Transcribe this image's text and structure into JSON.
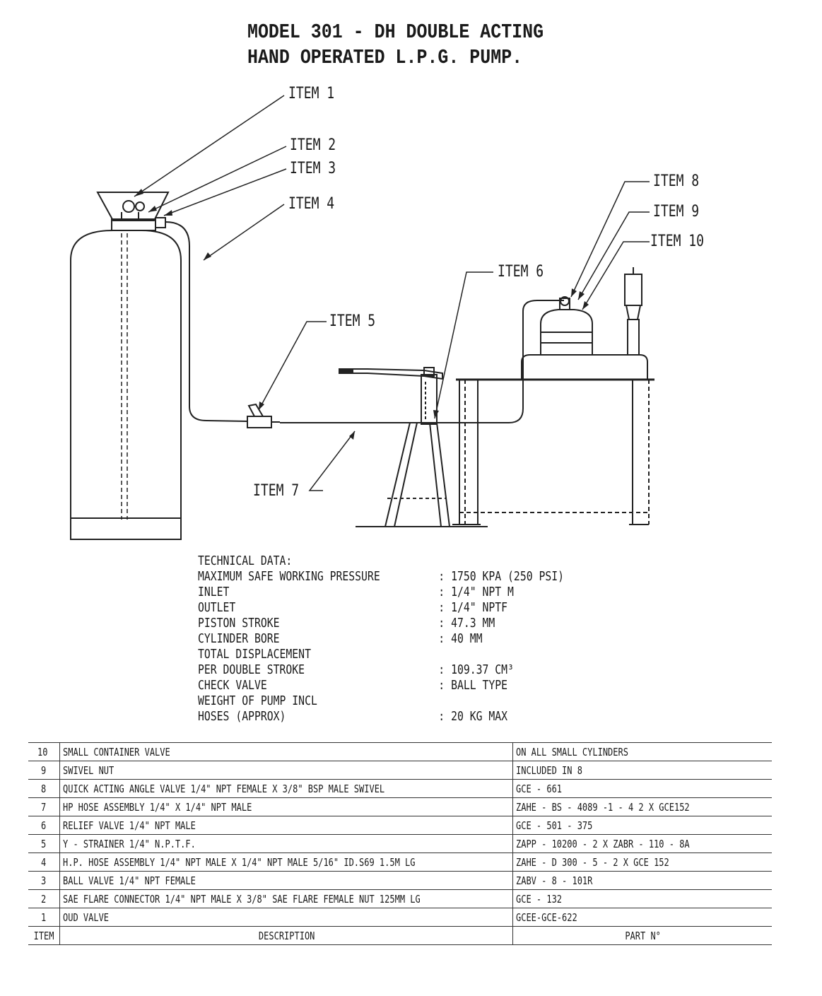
{
  "title": {
    "line1": "MODEL 301 - DH DOUBLE ACTING",
    "line2": "HAND OPERATED L.P.G. PUMP."
  },
  "callouts": {
    "item1": "ITEM 1",
    "item2": "ITEM 2",
    "item3": "ITEM 3",
    "item4": "ITEM 4",
    "item5": "ITEM 5",
    "item6": "ITEM 6",
    "item7": "ITEM 7",
    "item8": "ITEM 8",
    "item9": "ITEM 9",
    "item10": "ITEM 10"
  },
  "technical_data": {
    "heading": "TECHNICAL DATA:",
    "rows": [
      {
        "label": "MAXIMUM SAFE WORKING PRESSURE",
        "value": ": 1750 KPA (250 PSI)"
      },
      {
        "label": "INLET",
        "value": ": 1/4\" NPT M"
      },
      {
        "label": "OUTLET",
        "value": ": 1/4\" NPTF"
      },
      {
        "label": "PISTON STROKE",
        "value": ": 47.3 MM"
      },
      {
        "label": "CYLINDER BORE",
        "value": ": 40 MM"
      },
      {
        "label": "TOTAL DISPLACEMENT",
        "value": ""
      },
      {
        "label": "PER DOUBLE STROKE",
        "value": ": 109.37 CM³"
      },
      {
        "label": "CHECK VALVE",
        "value": ": BALL TYPE"
      },
      {
        "label": "WEIGHT OF PUMP INCL",
        "value": ""
      },
      {
        "label": "HOSES (APPROX)",
        "value": ": 20 KG MAX"
      }
    ]
  },
  "bom": {
    "rows": [
      {
        "item": "10",
        "description": "SMALL CONTAINER VALVE",
        "part": "ON ALL SMALL CYLINDERS"
      },
      {
        "item": "9",
        "description": "SWIVEL NUT",
        "part": "INCLUDED IN 8"
      },
      {
        "item": "8",
        "description": "QUICK ACTING ANGLE VALVE 1/4\" NPT FEMALE X 3/8\" BSP MALE SWIVEL",
        "part": "GCE - 661"
      },
      {
        "item": "7",
        "description": "HP HOSE ASSEMBLY 1/4\" X 1/4\" NPT MALE",
        "part": "ZAHE - BS - 4089 -1 - 4 2 X GCE152"
      },
      {
        "item": "6",
        "description": "RELIEF VALVE 1/4\" NPT MALE",
        "part": "GCE - 501 - 375"
      },
      {
        "item": "5",
        "description": "Y - STRAINER 1/4\" N.P.T.F.",
        "part": "ZAPP - 10200 - 2 X ZABR - 110 - 8A"
      },
      {
        "item": "4",
        "description": "H.P. HOSE ASSEMBLY 1/4\" NPT MALE X 1/4\" NPT MALE 5/16\" ID.S69 1.5M LG",
        "part": "ZAHE - D 300 - 5 - 2 X GCE 152"
      },
      {
        "item": "3",
        "description": "BALL VALVE 1/4\" NPT FEMALE",
        "part": "ZABV - 8 - 101R"
      },
      {
        "item": "2",
        "description": "SAE FLARE CONNECTOR 1/4\" NPT MALE X 3/8\" SAE FLARE FEMALE NUT 125MM LG",
        "part": "GCE - 132"
      },
      {
        "item": "1",
        "description": "OUD VALVE",
        "part": "GCEE-GCE-622"
      }
    ],
    "header": {
      "item": "ITEM",
      "description": "DESCRIPTION",
      "part": "PART N°"
    }
  }
}
